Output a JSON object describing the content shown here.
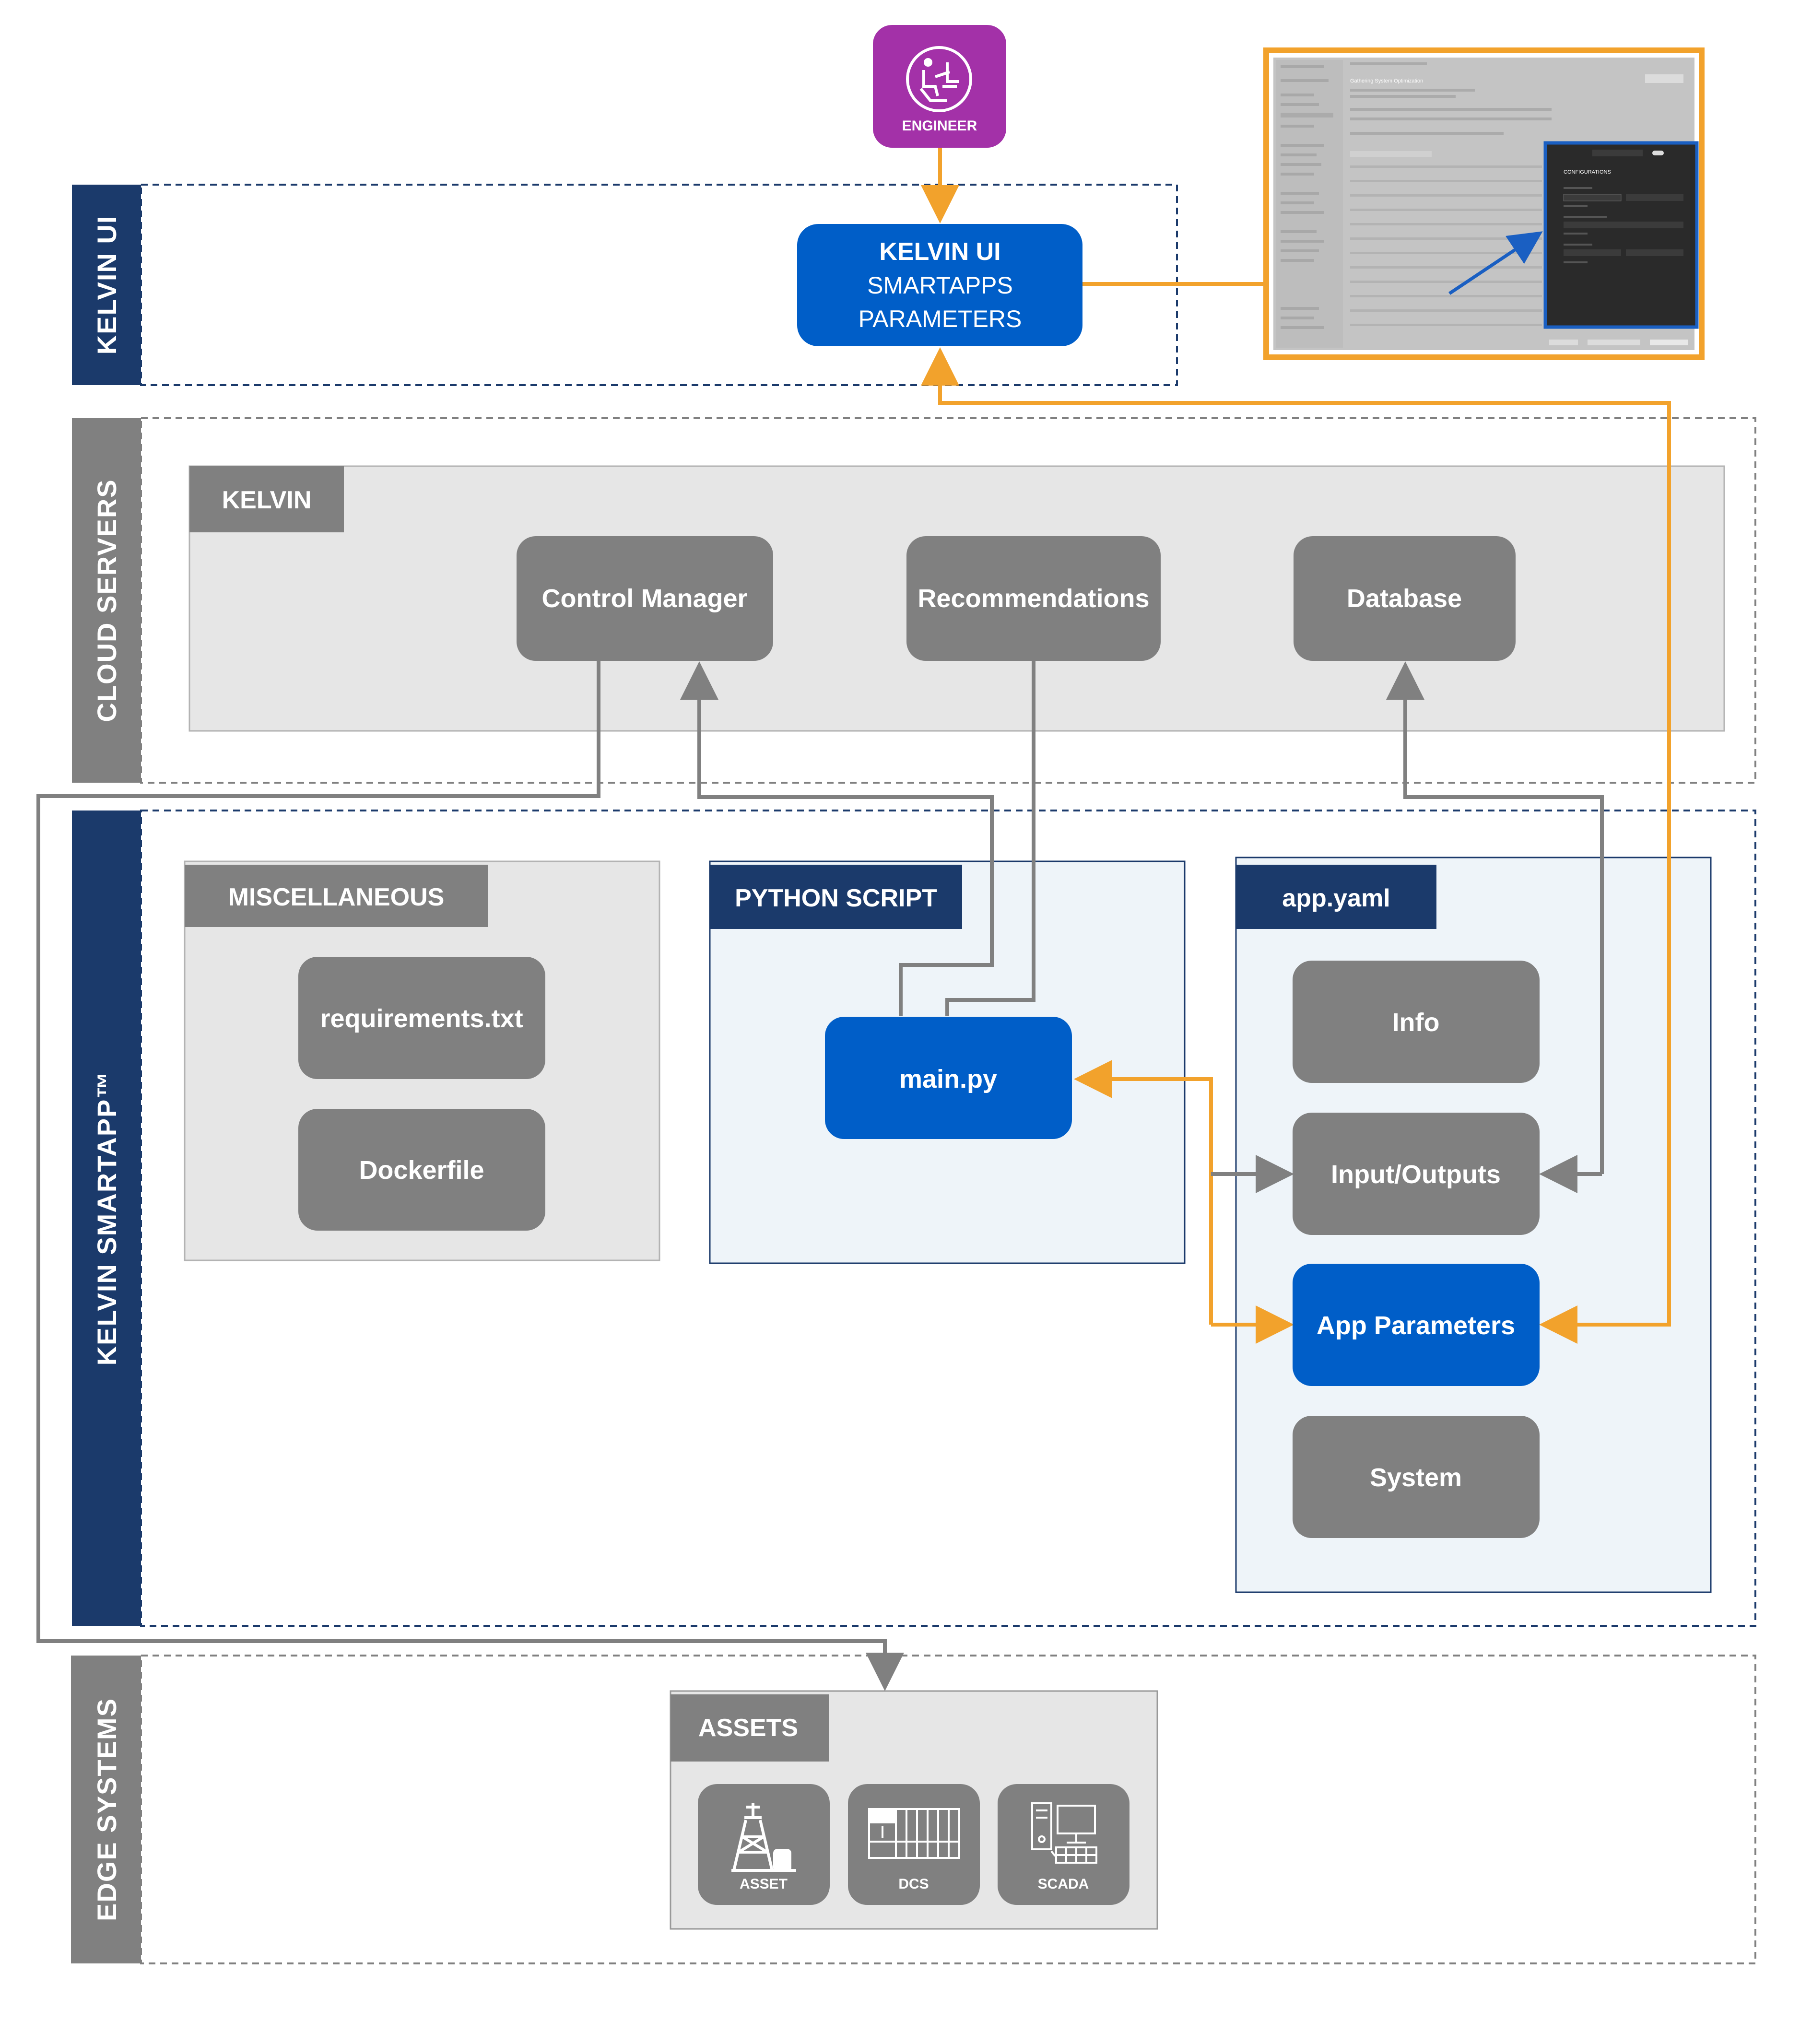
{
  "lanes": {
    "kelvin_ui": "KELVIN UI",
    "cloud_servers": "CLOUD SERVERS",
    "smartapp": "KELVIN SMARTAPP™",
    "edge_systems": "EDGE SYSTEMS"
  },
  "engineer": {
    "label": "ENGINEER"
  },
  "kelvin_ui_node": {
    "line1": "KELVIN UI",
    "line2": "SMARTAPPS",
    "line3": "PARAMETERS"
  },
  "cloud": {
    "group_title": "KELVIN",
    "control_manager": "Control Manager",
    "recommendations": "Recommendations",
    "database": "Database"
  },
  "misc": {
    "title": "MISCELLANEOUS",
    "requirements": "requirements.txt",
    "dockerfile": "Dockerfile"
  },
  "python": {
    "title": "PYTHON SCRIPT",
    "main": "main.py"
  },
  "yaml": {
    "title": "app.yaml",
    "info": "Info",
    "io": "Input/Outputs",
    "params": "App Parameters",
    "system": "System"
  },
  "assets": {
    "title": "ASSETS",
    "asset": "ASSET",
    "dcs": "DCS",
    "scada": "SCADA"
  },
  "thumbnail": {
    "title": "Gathering System Optimization",
    "panel_title": "CONFIGURATIONS"
  },
  "colors": {
    "navy": "#1b3a6b",
    "gray_lane": "#808080",
    "node_gray": "#808080",
    "node_blue": "#005ec8",
    "orange": "#f2a22c",
    "purple": "#a331a8",
    "group_fill": "#e6e6e6",
    "light_blue_fill": "#eef4f9"
  }
}
